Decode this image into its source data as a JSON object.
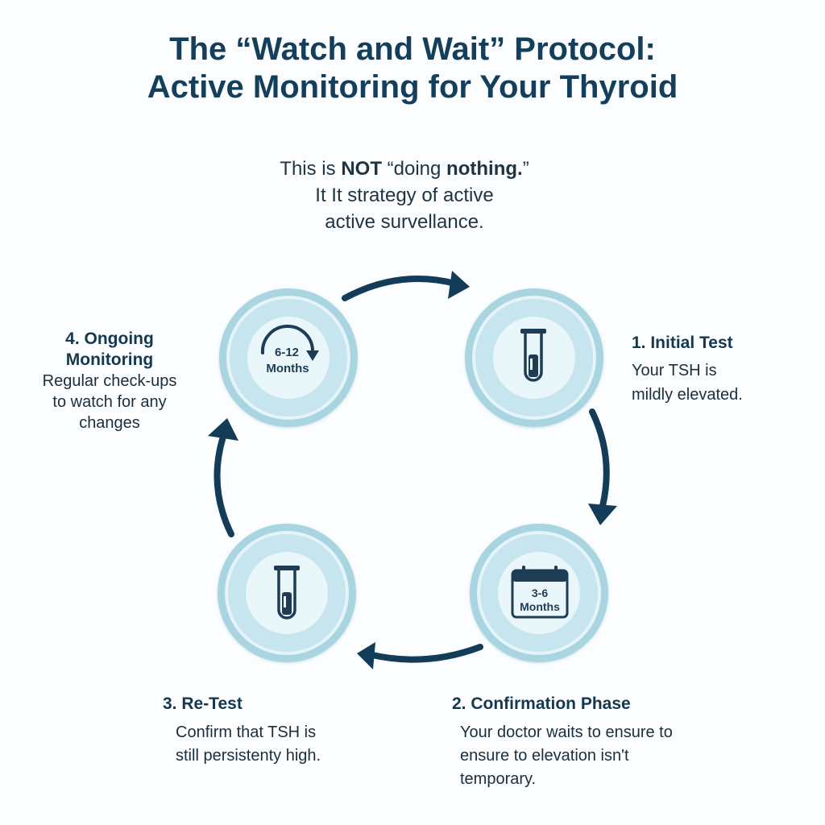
{
  "title": {
    "line1": "The “Watch and Wait” Protocol:",
    "line2": "Active Monitoring for Your Thyroid"
  },
  "intro": {
    "line1_a": "This is ",
    "line1_b": "NOT",
    "line1_c": " “doing ",
    "line1_d": "nothing.",
    "line1_e": "”",
    "line2": "It It strategy of active",
    "line3": "active survellance."
  },
  "colors": {
    "title": "#143f5c",
    "arrow": "#133c58",
    "circle_outer": "#a9d5e1",
    "circle_ring": "#e4f4f8",
    "circle_inner": "#c7e5ee",
    "circle_center": "#e9f6fa",
    "icon": "#1e3d55"
  },
  "steps": {
    "initial": {
      "heading": "1. Initial Test",
      "lines": [
        "Your TSH is",
        "mildly elevated."
      ],
      "icon": "test-tube-icon"
    },
    "confirmation": {
      "heading": "2. Confirmation Phase",
      "lines": [
        "Your doctor waits to ensure to",
        "ensure to elevation isn't",
        "temporary."
      ],
      "icon": "calendar-icon",
      "icon_text": [
        "3-6",
        "Months"
      ]
    },
    "retest": {
      "heading": "3. Re-Test",
      "lines": [
        "Confirm that TSH is",
        "still persistenty high."
      ],
      "icon": "test-tube-icon"
    },
    "ongoing": {
      "heading_lines": [
        "4. Ongoing",
        "Monitoring"
      ],
      "lines": [
        "Regular check-ups",
        "to watch for any",
        "changes"
      ],
      "icon": "cycle-arrow-icon",
      "icon_text": [
        "6-12",
        "Months"
      ]
    }
  }
}
